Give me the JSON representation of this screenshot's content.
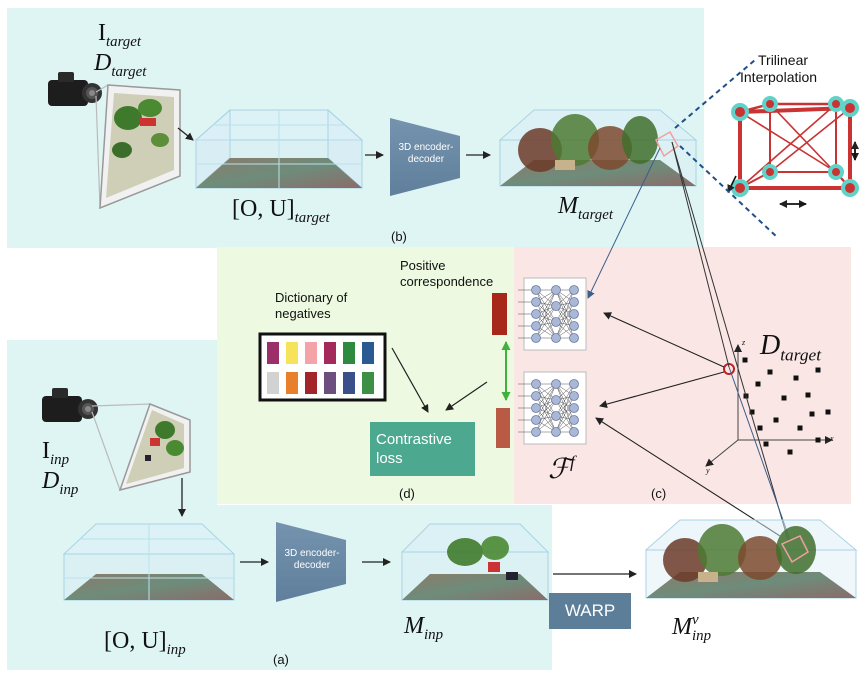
{
  "panels": {
    "b": "(b)",
    "a": "(a)",
    "c": "(c)",
    "d": "(d)"
  },
  "labels": {
    "i_target_base": "I",
    "i_target_sub": "target",
    "d_target_base": "D",
    "d_target_sub": "target",
    "ou_target_base": "[O, U]",
    "ou_target_sub": "target",
    "m_target_base": "M",
    "m_target_sub": "target",
    "i_inp_base": "I",
    "i_inp_sub": "inp",
    "d_inp_base": "D",
    "d_inp_sub": "inp",
    "ou_inp_base": "[O, U]",
    "ou_inp_sub": "inp",
    "m_inp_base": "M",
    "m_inp_sub": "inp",
    "m_inp_v_base": "M",
    "m_inp_v_sup": "v",
    "m_inp_v_sub": "inp",
    "pc_d_target_base": "D",
    "pc_d_target_sub": "target",
    "feature_base": "ℱ",
    "feature_sup": "f"
  },
  "encoder_top": "3D encoder-decoder",
  "encoder_bottom": "3D encoder-decoder",
  "warp": "WARP",
  "trilinear_line1": "Trilinear",
  "trilinear_line2": "Interpolation",
  "positive_line1": "Positive",
  "positive_line2": "correspondence",
  "negatives_line1": "Dictionary of",
  "negatives_line2": "negatives",
  "contrastive_line1": "Contrastive",
  "contrastive_line2": "loss",
  "axes": {
    "x": "x",
    "y": "y",
    "z": "z"
  },
  "colors": {
    "panel_blue": "#dff5f3",
    "panel_green": "#eef9e1",
    "panel_pink": "#fbe6e6",
    "encoder": "#6b8aa6",
    "warp": "#5d7e99",
    "contrastive": "#4ca98f",
    "cube_edge": "#c93333",
    "corner_ring": "#5fd3c9",
    "feature_top": "#a8271b",
    "feature_bottom": "#b95a45",
    "arrow_green": "#3fb23a",
    "dashed_blue": "#1f4f8a"
  },
  "negative_colors": [
    "#9b2f6a",
    "#f6e35a",
    "#f4a3a8",
    "#a32a5a",
    "#2e8a3f",
    "#2b5a93",
    "#d2d2d2",
    "#e87f2a",
    "#a3252a",
    "#6c4f80",
    "#3b4f8a",
    "#3c8f45"
  ]
}
